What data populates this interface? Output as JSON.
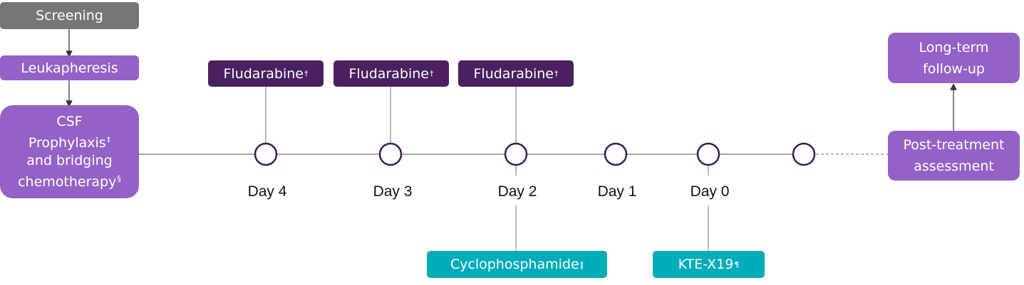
{
  "colors": {
    "screening": "#767676",
    "phase": "#9462c6",
    "fludarabine": "#4a2060",
    "cyclophosphamide": "#00acb8",
    "node_stroke": "#3d1a52",
    "line": "#8a8a8a"
  },
  "pre_steps": {
    "screening": "Screening",
    "leukapheresis": "Leukapheresis",
    "bridging": {
      "lines": [
        "CSF",
        "Prophylaxis",
        "and bridging",
        "chemotherapy"
      ],
      "prophylaxis_mark": "‡",
      "chemotherapy_mark": "§"
    }
  },
  "timeline": {
    "days": [
      "Day 4",
      "Day 3",
      "Day 2",
      "Day 1",
      "Day 0",
      ""
    ]
  },
  "fludarabine": [
    {
      "label": "Fludarabine",
      "mark": "†",
      "day": "Day 4"
    },
    {
      "label": "Fludarabine",
      "mark": "†",
      "day": "Day 3"
    },
    {
      "label": "Fludarabine",
      "mark": "†",
      "day": "Day 2"
    }
  ],
  "cyclophosphamide": {
    "label": "Cyclophosphamide",
    "mark": "‖",
    "day": "Day 2"
  },
  "infusion": {
    "label": "KTE-X19",
    "mark": "¶",
    "day": "Day 0"
  },
  "post": {
    "assessment": [
      "Post-treatment",
      "assessment"
    ],
    "follow_up": [
      "Long-term",
      "follow-up"
    ]
  }
}
